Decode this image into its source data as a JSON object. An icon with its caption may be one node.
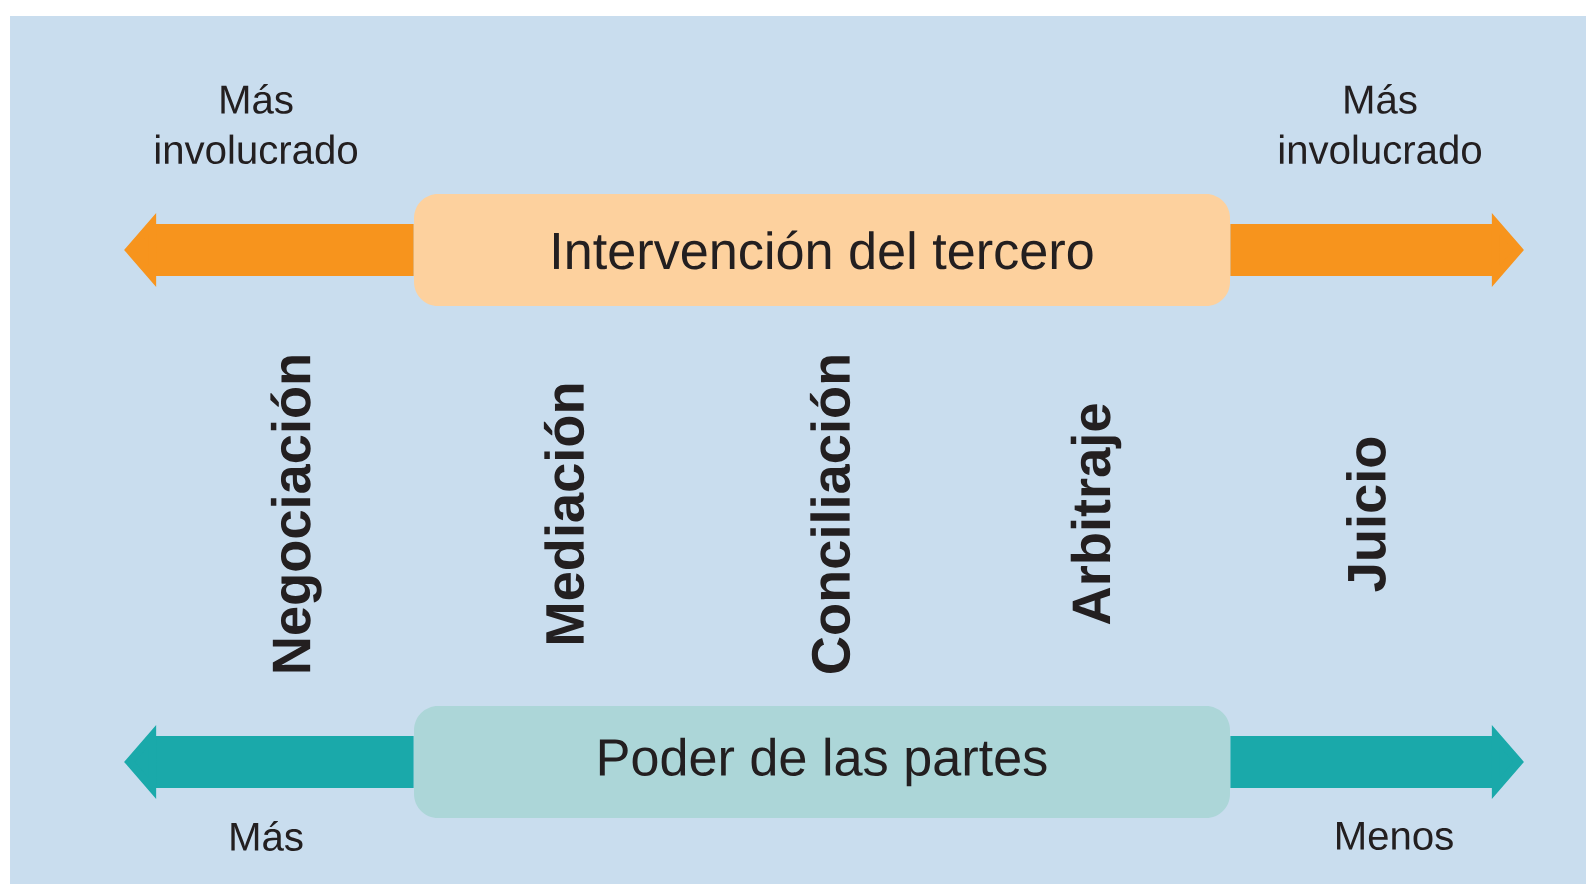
{
  "diagram": {
    "nodes": [
      {
        "text": [
          "Intervención del tercero"
        ]
      },
      {
        "text": [
          "Poder de las partes"
        ]
      }
    ],
    "edges": [
      {
        "from": 0,
        "to": null,
        "arrow": "to",
        "color": "#f7941d"
      },
      {
        "from": 0,
        "to": null,
        "arrow": "to",
        "color": "#f7941d"
      },
      {
        "from": 1,
        "to": null,
        "arrow": "to",
        "color": "#1aa9aa"
      },
      {
        "from": 1,
        "to": null,
        "arrow": "to",
        "color": "#1aa9aa"
      }
    ],
    "labels": [
      "Más involucrado",
      "Más involucrado",
      "Negociación",
      "Mediación",
      "Conciliación",
      "Arbitraje",
      "Juicio",
      "Más",
      "Menos"
    ]
  }
}
